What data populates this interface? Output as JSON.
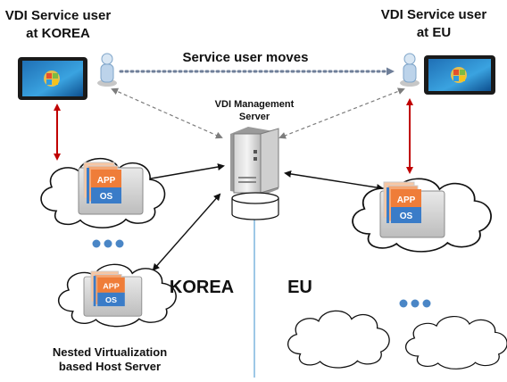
{
  "labels": {
    "korea_user_line1": "VDI Service user",
    "korea_user_line2": "at KOREA",
    "eu_user_line1": "VDI Service user",
    "eu_user_line2": "at EU",
    "moves": "Service user moves",
    "mgmt_line1": "VDI Management",
    "mgmt_line2": "Server",
    "region_korea": "KOREA",
    "region_eu": "EU",
    "host_line1": "Nested Virtualization",
    "host_line2": "based Host Server"
  },
  "vm_stack": {
    "app": "APP",
    "os": "OS"
  },
  "colors": {
    "red_arrow": "#c00000",
    "dotted_move": "#6f7f99",
    "divider": "#7eb6dd",
    "app_orange": "#ef7d39",
    "os_blue": "#3a7cc8",
    "dots_blue": "#4a86c6"
  }
}
